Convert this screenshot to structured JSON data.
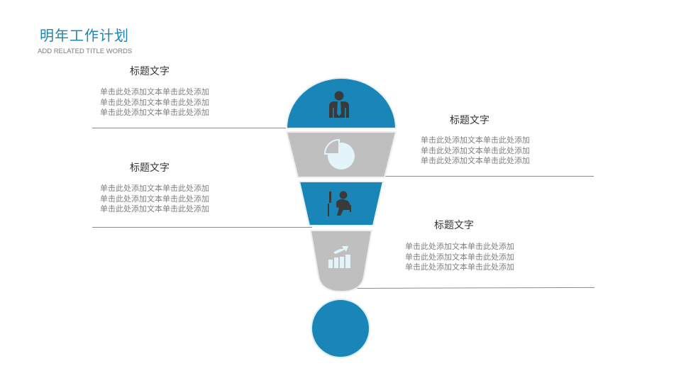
{
  "header": {
    "title": "明年工作计划",
    "subtitle": "ADD RELATED TITLE WORDS"
  },
  "colors": {
    "accent_blue": "#1a86b7",
    "segment_gray": "#bfbfbf",
    "icon_dark": "#3a3a3a",
    "icon_light": "#e3f4fa"
  },
  "blocks": [
    {
      "title": "标题文字",
      "lines": [
        "单击此处添加文本单击此处添加",
        "单击此处添加文本单击此处添加",
        "单击此处添加文本单击此处添加"
      ],
      "icon": "businessman-icon"
    },
    {
      "title": "标题文字",
      "lines": [
        "单击此处添加文本单击此处添加",
        "单击此处添加文本单击此处添加",
        "单击此处添加文本单击此处添加"
      ],
      "icon": "pie-chart-icon"
    },
    {
      "title": "标题文字",
      "lines": [
        "单击此处添加文本单击此处添加",
        "单击此处添加文本单击此处添加",
        "单击此处添加文本单击此处添加"
      ],
      "icon": "person-at-computer-icon"
    },
    {
      "title": "标题文字",
      "lines": [
        "单击此处添加文本单击此处添加",
        "单击此处添加文本单击此处添加",
        "单击此处添加文本单击此处添加"
      ],
      "icon": "growth-bar-chart-icon"
    }
  ]
}
